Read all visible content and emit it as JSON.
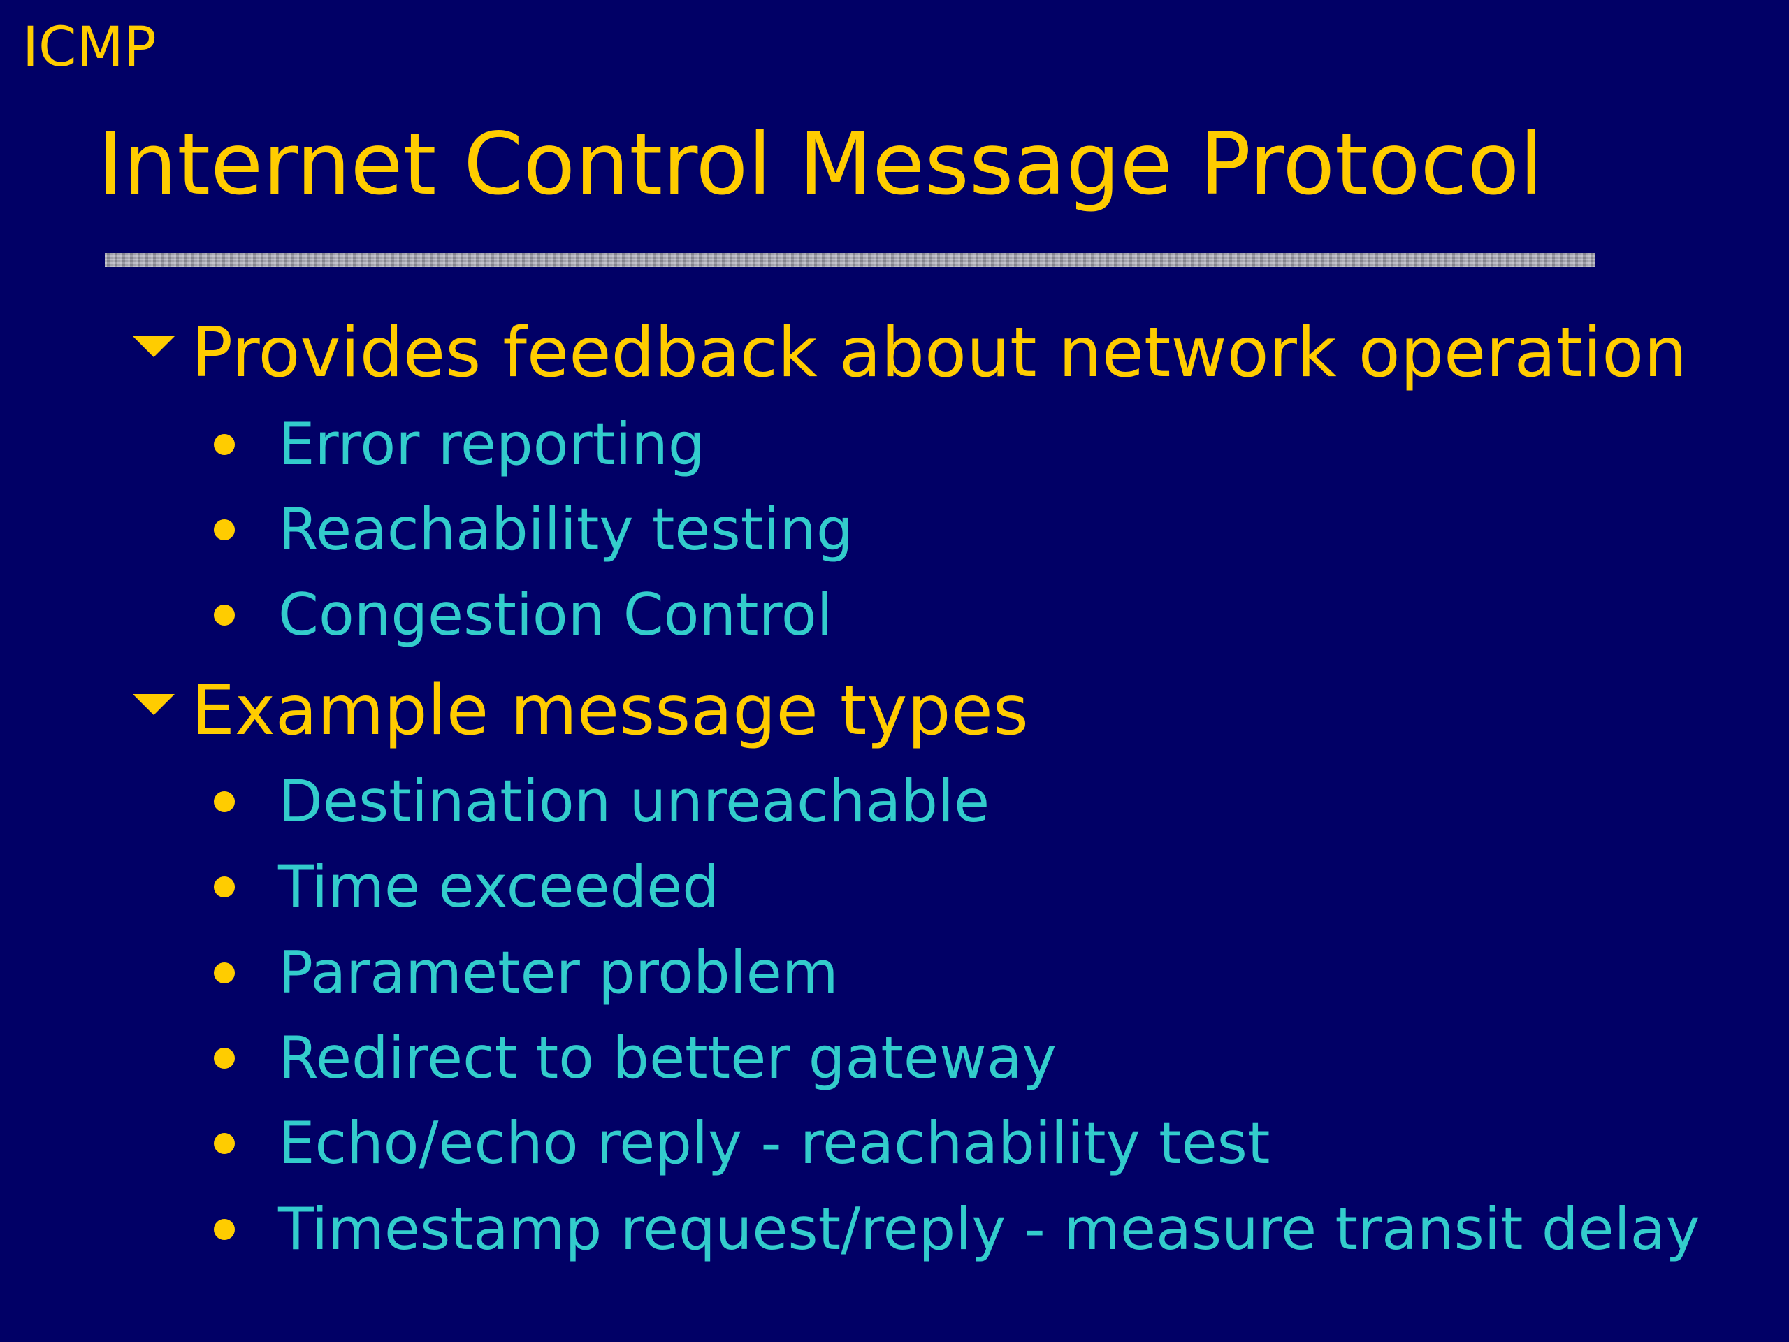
{
  "slide": {
    "corner_label": "ICMP",
    "title": "Internet Control Message Protocol",
    "sections": [
      {
        "heading": "Provides feedback about network operation",
        "items": [
          "Error reporting",
          "Reachability testing",
          "Congestion Control"
        ]
      },
      {
        "heading": "Example message types",
        "items": [
          "Destination unreachable",
          "Time exceeded",
          "Parameter problem",
          "Redirect to better gateway",
          "Echo/echo reply - reachability test",
          "Timestamp request/reply - measure transit delay"
        ]
      }
    ]
  },
  "colors": {
    "background": "#010066",
    "title": "#ffcc00",
    "bullet": "#ffcc00",
    "subitem_text": "#33cccc"
  },
  "icons": {
    "section_bullet": "triangle-down-icon",
    "item_bullet": "dot-icon"
  }
}
